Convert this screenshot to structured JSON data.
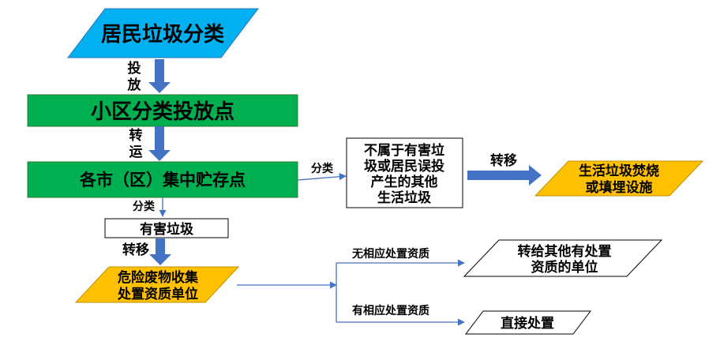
{
  "nodes": {
    "resident_sorting": "居民垃圾分类",
    "community_drop_point": "小区分类投放点",
    "city_storage_point": "各市（区）集中贮存点",
    "hazardous_waste": "有害垃圾",
    "other_waste": [
      "不属于有害垃",
      "圾或居民误投",
      "产生的其他",
      "生活垃圾"
    ],
    "incineration": [
      "生活垃圾焚烧",
      "或填埋设施"
    ],
    "hazardous_collector": [
      "危险废物收集",
      "处置资质单位"
    ],
    "transfer_other_unit": [
      "转给其他有处置",
      "资质的单位"
    ],
    "direct_disposal": "直接处置"
  },
  "edges": {
    "drop_v1": "投",
    "drop_v2": "放",
    "transport_v1": "转",
    "transport_v2": "运",
    "sort_right": "分类",
    "sort_down": "分类",
    "transfer_right": "转移",
    "transfer_down": "转移",
    "no_qualification": "无相应处置资质",
    "has_qualification": "有相应处置资质"
  },
  "colors": {
    "cyan": "#00B0F0",
    "green": "#00B050",
    "orange": "#FFC000",
    "arrow_blue": "#4472C4"
  }
}
